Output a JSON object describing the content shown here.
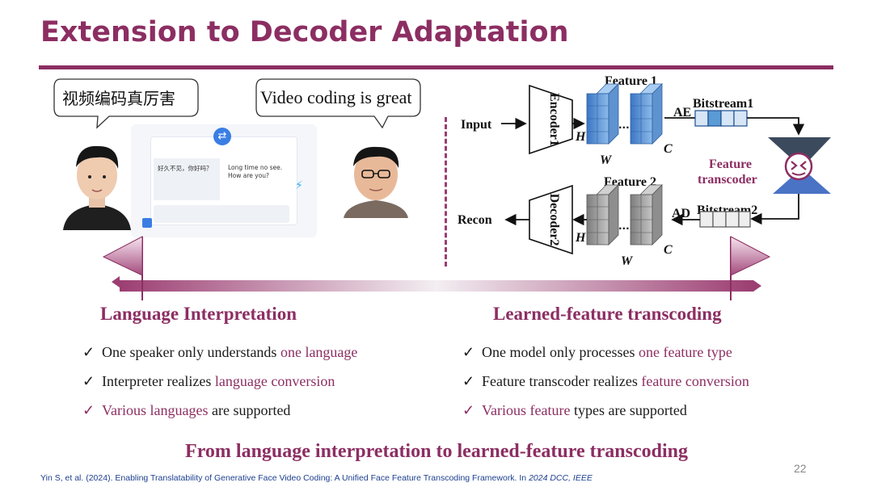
{
  "slide": {
    "title": "Extension to Decoder Adaptation",
    "page_number": "22"
  },
  "left_illustration": {
    "bubble_chinese": "视频编码真厉害",
    "bubble_english": "Video coding is great",
    "translator_app": {
      "source_text": "好久不见，你好吗？",
      "target_text_line1": "Long time no see.",
      "target_text_line2": "How are you?"
    }
  },
  "diagram": {
    "input_label": "Input",
    "recon_label": "Recon",
    "encoder_label": "Encoder1",
    "decoder_label": "Decoder2",
    "feature1_label": "Feature 1",
    "feature2_label": "Feature 2",
    "dim_h": "H",
    "dim_w": "W",
    "dim_c": "C",
    "ae_label": "AE",
    "ad_label": "AD",
    "bitstream1_label": "Bitstream1",
    "bitstream2_label": "Bitstream2",
    "transcoder_line1": "Feature",
    "transcoder_line2": "transcoder",
    "dots": "..."
  },
  "sections": {
    "left_heading": "Language Interpretation",
    "right_heading": "Learned-feature transcoding",
    "left_bullets": [
      {
        "pre": "One speaker only understands ",
        "hl": "one language",
        "post": ""
      },
      {
        "pre": "Interpreter realizes ",
        "hl": "language conversion",
        "post": ""
      },
      {
        "pre": "",
        "hl": "Various languages",
        "post": " are supported"
      }
    ],
    "right_bullets": [
      {
        "pre": "One model only processes ",
        "hl": "one feature type",
        "post": ""
      },
      {
        "pre": "Feature transcoder realizes ",
        "hl": "feature conversion",
        "post": ""
      },
      {
        "pre": "",
        "hl": "Various feature",
        "post": " types are supported"
      }
    ],
    "check_mark": "✓"
  },
  "conclusion": "From language interpretation to learned-feature transcoding",
  "citation": {
    "main": "Yin S, et al. (2024). Enabling Translatability of Generative Face Video Coding: A Unified Face Feature Transcoding Framework.  In ",
    "venue": "2024 DCC, IEEE"
  },
  "colors": {
    "accent": "#8c2e62",
    "feature1_blue": "#5b9bd5",
    "feature2_gray": "#9e9e9e",
    "citation_blue": "#1d3f8f"
  }
}
